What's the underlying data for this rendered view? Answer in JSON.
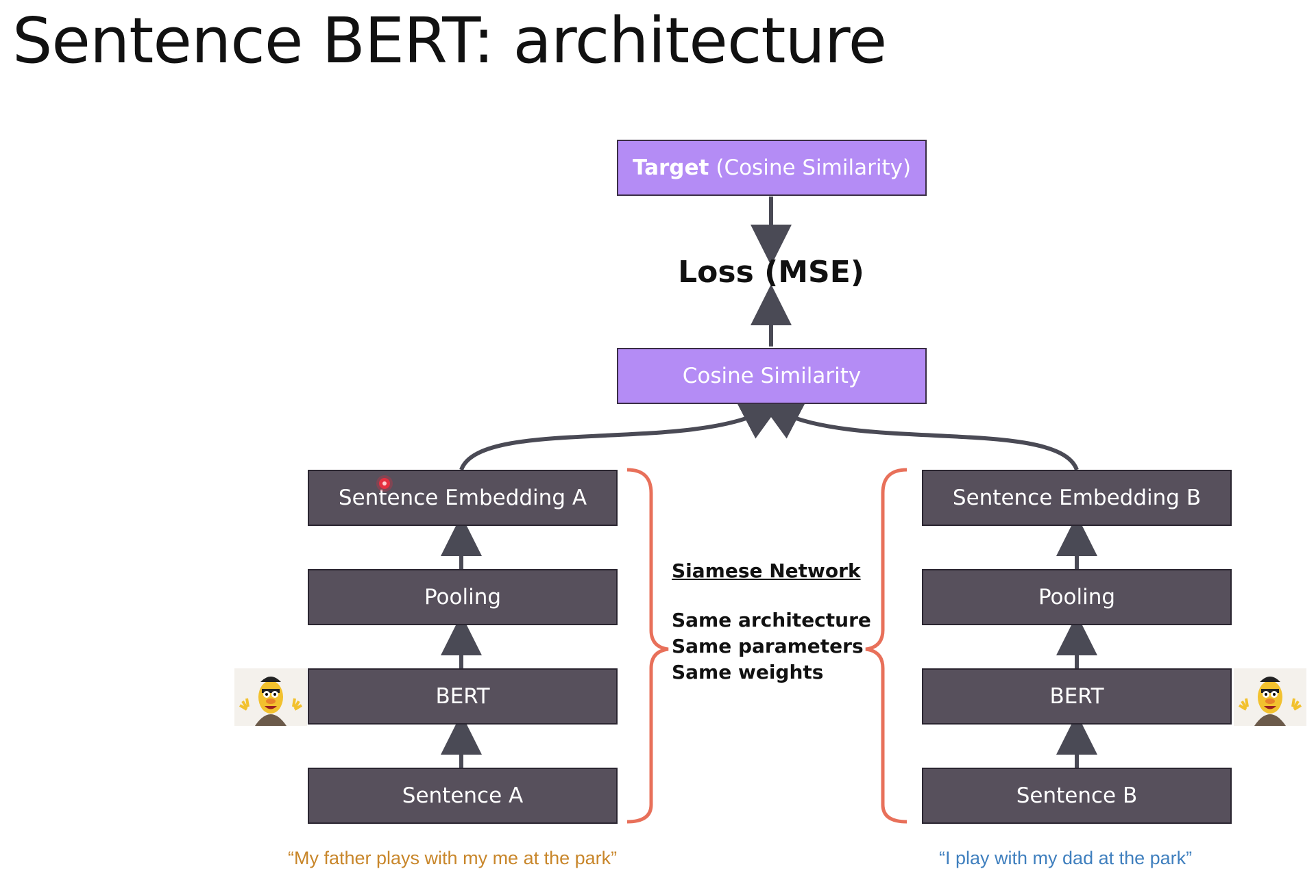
{
  "title": "Sentence BERT: architecture",
  "target": {
    "bold": "Target",
    "rest": "(Cosine Similarity)"
  },
  "loss": "Loss (MSE)",
  "cosine": "Cosine Similarity",
  "left": {
    "embedding": "Sentence Embedding A",
    "pooling": "Pooling",
    "bert": "BERT",
    "sentence": "Sentence A",
    "quote": "“My father plays with my me at the park”"
  },
  "right": {
    "embedding": "Sentence Embedding B",
    "pooling": "Pooling",
    "bert": "BERT",
    "sentence": "Sentence B",
    "quote": "“I play with my dad at the park”"
  },
  "siamese": {
    "heading": "Siamese Network",
    "lines": [
      "Same architecture",
      "Same parameters",
      "Same weights"
    ]
  },
  "colors": {
    "purple_box": "#b48cf5",
    "dark_box": "#57505c",
    "brace": "#e8705a",
    "arrow": "#4a4a55",
    "quote_left": "#c8862a",
    "quote_right": "#3f7fbe"
  },
  "icons": [
    "bert-muppet-icon",
    "cursor-dot-icon"
  ]
}
